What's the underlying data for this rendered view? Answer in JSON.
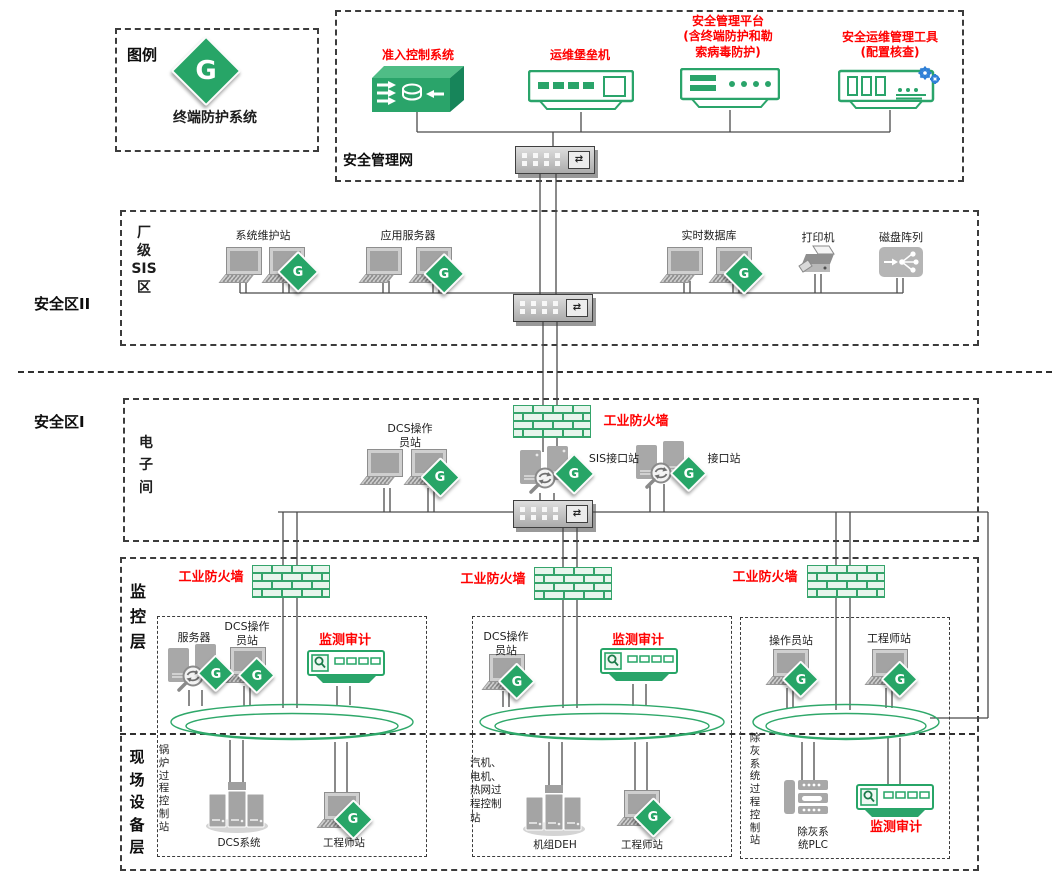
{
  "badge_g": "G",
  "legend": {
    "title": "图例",
    "item": "终端防护系统"
  },
  "mgmt": {
    "net_label": "安全管理网",
    "access_control": "准入控制系统",
    "bastion": "运维堡垒机",
    "platform": "安全管理平台\n(含终端防护和勒\n索病毒防护)",
    "ops_tool": "安全运维管理工具\n(配置核查)"
  },
  "zone2": {
    "label": "安全区II",
    "area": "厂\n级\nSIS\n区",
    "maintenance": "系统维护站",
    "app_server": "应用服务器",
    "rtdb": "实时数据库",
    "printer": "打印机",
    "disk_array": "磁盘阵列"
  },
  "zone1": {
    "label": "安全区I",
    "area": "电\n子\n间",
    "firewall": "工业防火墙",
    "dcs_op": "DCS操作\n员站",
    "sis_interface": "SIS接口站",
    "interface": "接口站"
  },
  "monitoring": {
    "label": "监\n控\n层",
    "g1": {
      "firewall": "工业防火墙",
      "server": "服务器",
      "dcs_op": "DCS操作\n员站",
      "audit": "监测审计"
    },
    "g2": {
      "firewall": "工业防火墙",
      "dcs_op": "DCS操作\n员站",
      "audit": "监测审计"
    },
    "g3": {
      "firewall": "工业防火墙",
      "operator": "操作员站",
      "engineer": "工程师站"
    }
  },
  "field": {
    "label": "现\n场\n设\n备\n层",
    "g1": {
      "station": "锅\n炉\n过\n程\n控\n制\n站",
      "system": "DCS系统",
      "engineer": "工程师站"
    },
    "g2": {
      "station": "汽机、\n电机、\n热网过\n程控制\n站",
      "system": "机组DEH",
      "engineer": "工程师站"
    },
    "g3": {
      "station": "除\n灰\n系\n统\n过\n程\n控\n制\n站",
      "plc": "除灰系\n统PLC",
      "audit": "监测审计"
    }
  }
}
